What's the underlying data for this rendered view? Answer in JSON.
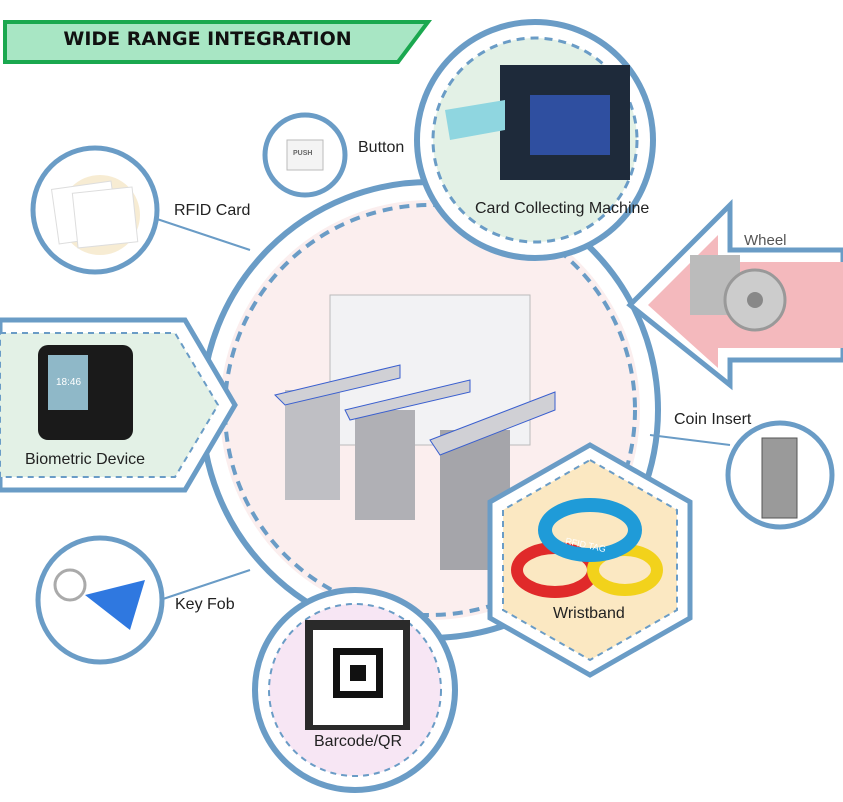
{
  "title": "WIDE RANGE INTEGRATION",
  "items": {
    "button": "Button",
    "card_machine": "Card Collecting Machine",
    "rfid_card": "RFID Card",
    "wheel": "Wheel",
    "biometric": "Biometric Device",
    "coin_insert": "Coin Insert",
    "wristband": "Wristband",
    "key_fob": "Key Fob",
    "barcode": "Barcode/QR"
  },
  "device_text": {
    "push": "PUSH",
    "time": "18:46",
    "rfid_tag": "RFID TAG"
  },
  "colors": {
    "ring": "#6a9cc6",
    "banner_fill": "#a8e6c4",
    "banner_stroke": "#1aa84f",
    "arrow_fill": "#f4b9bd"
  }
}
